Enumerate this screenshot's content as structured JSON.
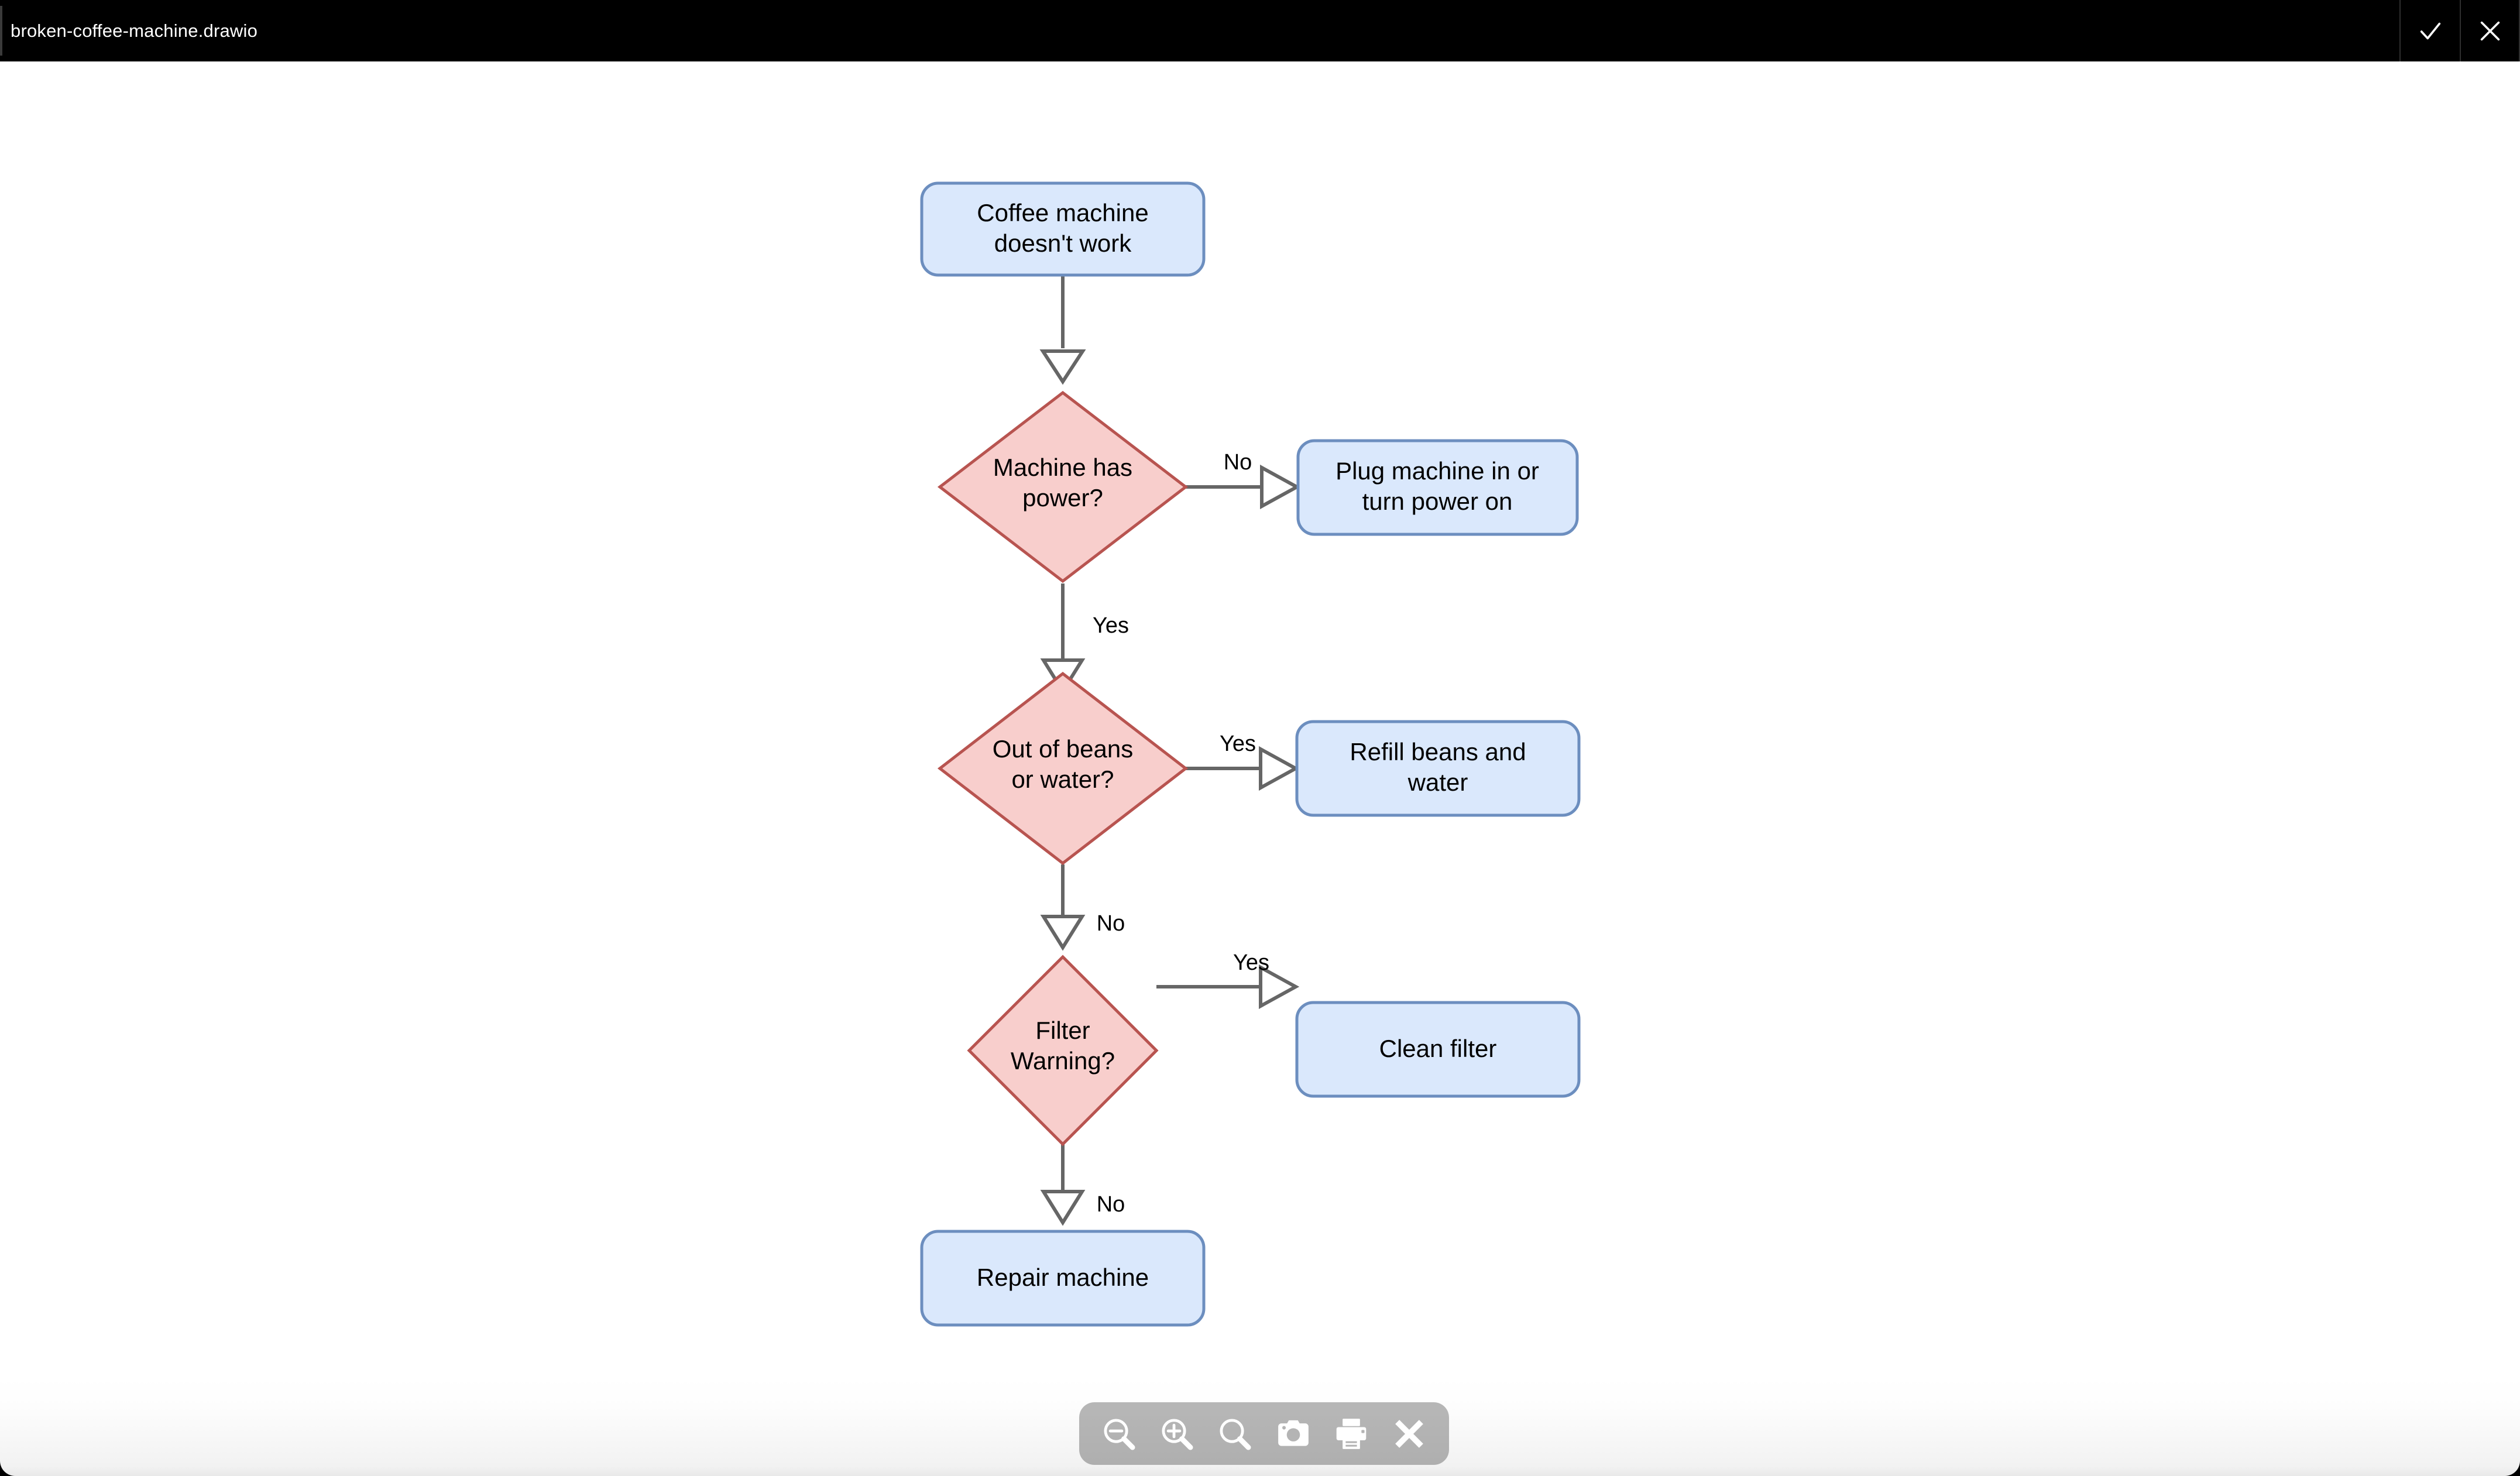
{
  "window": {
    "title": "broken-coffee-machine.drawio",
    "accept_button_label": "Accept",
    "accept_icon": "check-icon",
    "close_button_label": "Close",
    "close_icon": "close-icon"
  },
  "colors": {
    "node_fill": "#dae8fc",
    "node_stroke": "#6c8ebf",
    "decision_fill": "#f8cecc",
    "decision_stroke": "#b85450",
    "edge_stroke": "#666666",
    "text": "#000000",
    "titlebar_bg": "#000000",
    "page_bg": "#ffffff",
    "toolbar_bg": "rgba(0,0,0,0.28)"
  },
  "diagram": {
    "name": "broken-coffee-machine",
    "nodes": [
      {
        "id": "start",
        "label": "Coffee machine\ndoesn't work",
        "line1": "Coffee machine",
        "line2": "doesn't work",
        "shape": "rounded-rect"
      },
      {
        "id": "q-power",
        "label": "Machine has\npower?",
        "line1": "Machine has",
        "line2": "power?",
        "shape": "diamond"
      },
      {
        "id": "a-power",
        "label": "Plug machine in or\nturn power on",
        "line1": "Plug machine in or",
        "line2": "turn power on",
        "shape": "rounded-rect"
      },
      {
        "id": "q-supplies",
        "label": "Out of beans\nor water?",
        "line1": "Out of beans",
        "line2": "or water?",
        "shape": "diamond"
      },
      {
        "id": "a-supplies",
        "label": "Refill beans and\nwater",
        "line1": "Refill beans and",
        "line2": "water",
        "shape": "rounded-rect"
      },
      {
        "id": "q-filter",
        "label": "Filter\nWarning?",
        "line1": "Filter",
        "line2": "Warning?",
        "shape": "diamond"
      },
      {
        "id": "a-filter",
        "label": "Clean filter",
        "line1": "Clean filter",
        "line2": "",
        "shape": "rounded-rect"
      },
      {
        "id": "end",
        "label": "Repair machine",
        "line1": "Repair machine",
        "line2": "",
        "shape": "rounded-rect"
      }
    ],
    "edges": [
      {
        "id": "e1",
        "from": "start",
        "to": "q-power",
        "label": ""
      },
      {
        "id": "e2",
        "from": "q-power",
        "to": "a-power",
        "label": "No"
      },
      {
        "id": "e3",
        "from": "q-power",
        "to": "q-supplies",
        "label": "Yes"
      },
      {
        "id": "e4",
        "from": "q-supplies",
        "to": "a-supplies",
        "label": "Yes"
      },
      {
        "id": "e5",
        "from": "q-supplies",
        "to": "q-filter",
        "label": "No"
      },
      {
        "id": "e6",
        "from": "q-filter",
        "to": "a-filter",
        "label": "Yes"
      },
      {
        "id": "e7",
        "from": "q-filter",
        "to": "end",
        "label": "No"
      }
    ]
  },
  "toolbar": {
    "buttons": [
      {
        "id": "zoom-out",
        "icon": "zoom-out-icon",
        "label": "Zoom Out"
      },
      {
        "id": "zoom-in",
        "icon": "zoom-in-icon",
        "label": "Zoom In"
      },
      {
        "id": "zoom-fit",
        "icon": "search-icon",
        "label": "Reset View"
      },
      {
        "id": "camera",
        "icon": "camera-icon",
        "label": "Export Image"
      },
      {
        "id": "print",
        "icon": "printer-icon",
        "label": "Print"
      },
      {
        "id": "close",
        "icon": "close-icon",
        "label": "Close Preview"
      }
    ]
  }
}
